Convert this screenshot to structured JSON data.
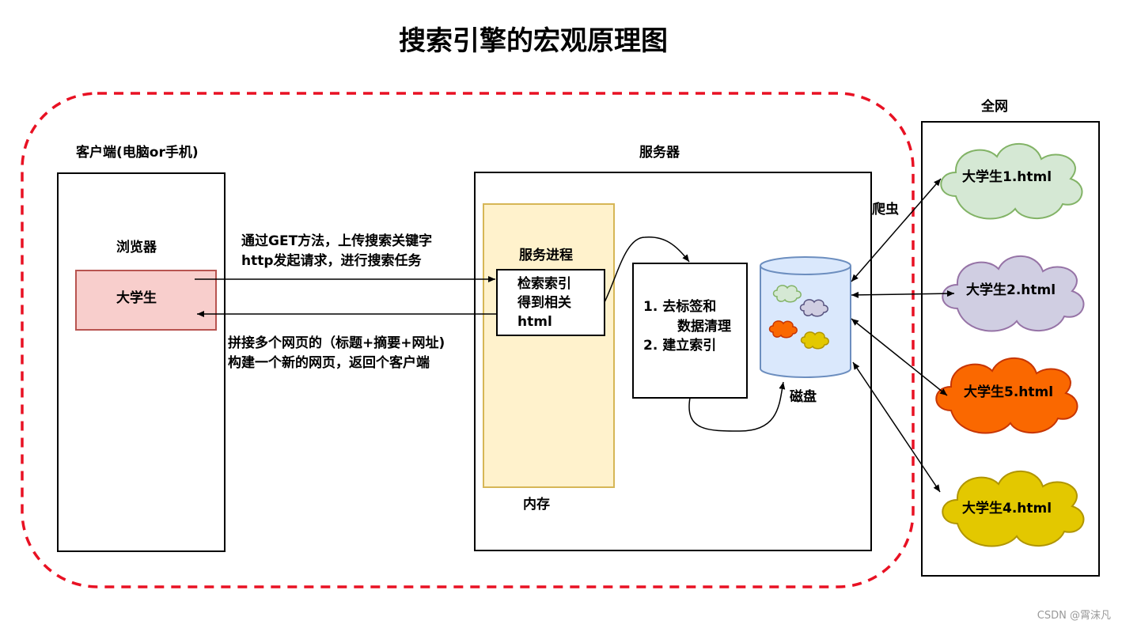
{
  "title": "搜索引擎的宏观原理图",
  "client": {
    "label": "客户端(电脑or手机)",
    "browser_label": "浏览器",
    "query_box": "大学生",
    "request_note": [
      "通过GET方法，上传搜索关键字",
      "http发起请求，进行搜索任务"
    ],
    "response_note": [
      "拼接多个网页的（标题+摘要+网址)",
      "构建一个新的网页，返回个客户端"
    ]
  },
  "server": {
    "label": "服务器",
    "process_label": "服务进程",
    "memory_label": "内存",
    "search_box": [
      "检索索引",
      "得到相关",
      "html"
    ],
    "index_steps": [
      "1. 去标签和",
      "数据清理",
      "2. 建立索引"
    ],
    "disk_label": "磁盘"
  },
  "web": {
    "label": "全网",
    "crawler_label": "爬虫",
    "pages": [
      {
        "label": "大学生1.html",
        "color": "#d5e8d4",
        "stroke": "#82b366"
      },
      {
        "label": "大学生2.html",
        "color": "#d0cee2",
        "stroke": "#9673a6"
      },
      {
        "label": "大学生5.html",
        "color": "#fa6800",
        "stroke": "#c73500"
      },
      {
        "label": "大学生4.html",
        "color": "#e3c800",
        "stroke": "#b09500"
      }
    ]
  },
  "watermark": "CSDN @霄沫凡",
  "colors": {
    "boundary": "#e81123",
    "query_fill": "#f8cecc",
    "query_stroke": "#b85450",
    "memory_fill": "#fff2cc",
    "memory_stroke": "#d6b656",
    "disk_fill": "#dae8fc",
    "disk_stroke": "#6c8ebf"
  }
}
